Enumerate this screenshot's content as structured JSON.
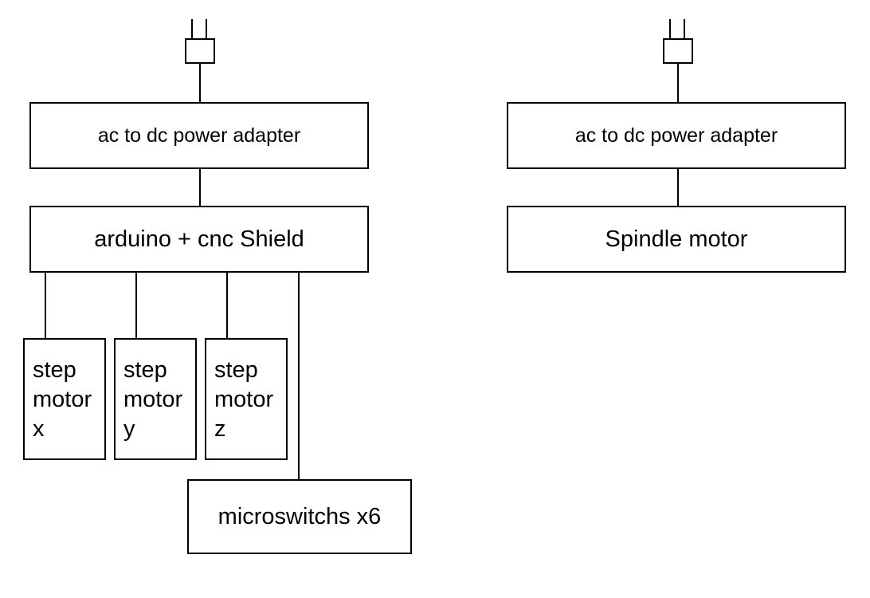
{
  "diagram": {
    "left": {
      "power_plug": {
        "icon": "power-plug-icon"
      },
      "adapter": {
        "label": "ac to dc power adapter"
      },
      "controller": {
        "label": "arduino + cnc Shield"
      },
      "motors": [
        {
          "line1": "step",
          "line2": "motor",
          "line3": "x"
        },
        {
          "line1": "step",
          "line2": "motor",
          "line3": "y"
        },
        {
          "line1": "step",
          "line2": "motor",
          "line3": "z"
        }
      ],
      "switches": {
        "label": "microswitchs x6"
      }
    },
    "right": {
      "power_plug": {
        "icon": "power-plug-icon"
      },
      "adapter": {
        "label": "ac to dc power adapter"
      },
      "spindle": {
        "label": "Spindle motor"
      }
    }
  }
}
